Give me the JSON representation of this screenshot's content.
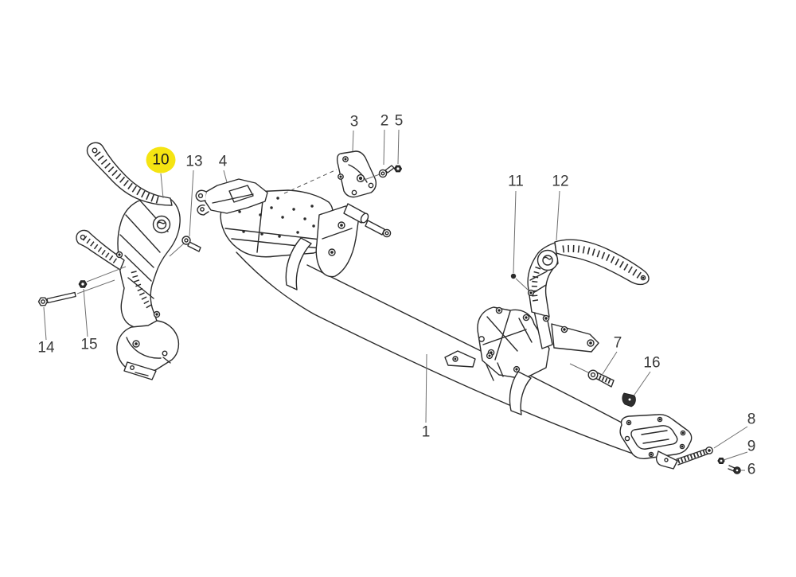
{
  "diagram": {
    "type": "exploded-parts-diagram",
    "description": "Line-art exploded view of a vehicle front cross member with side brackets and fasteners",
    "background": "#ffffff",
    "line_color": "#2b2b2b",
    "label_color": "#3a3a3a",
    "leader_color": "#6e6e6e",
    "highlight_color": "#F5E412",
    "highlighted_callout": "10",
    "callouts": [
      {
        "text": "1"
      },
      {
        "text": "2"
      },
      {
        "text": "3"
      },
      {
        "text": "4"
      },
      {
        "text": "5"
      },
      {
        "text": "6"
      },
      {
        "text": "7"
      },
      {
        "text": "8"
      },
      {
        "text": "9"
      },
      {
        "text": "10"
      },
      {
        "text": "11"
      },
      {
        "text": "12"
      },
      {
        "text": "13"
      },
      {
        "text": "14"
      },
      {
        "text": "15"
      },
      {
        "text": "16"
      }
    ]
  }
}
